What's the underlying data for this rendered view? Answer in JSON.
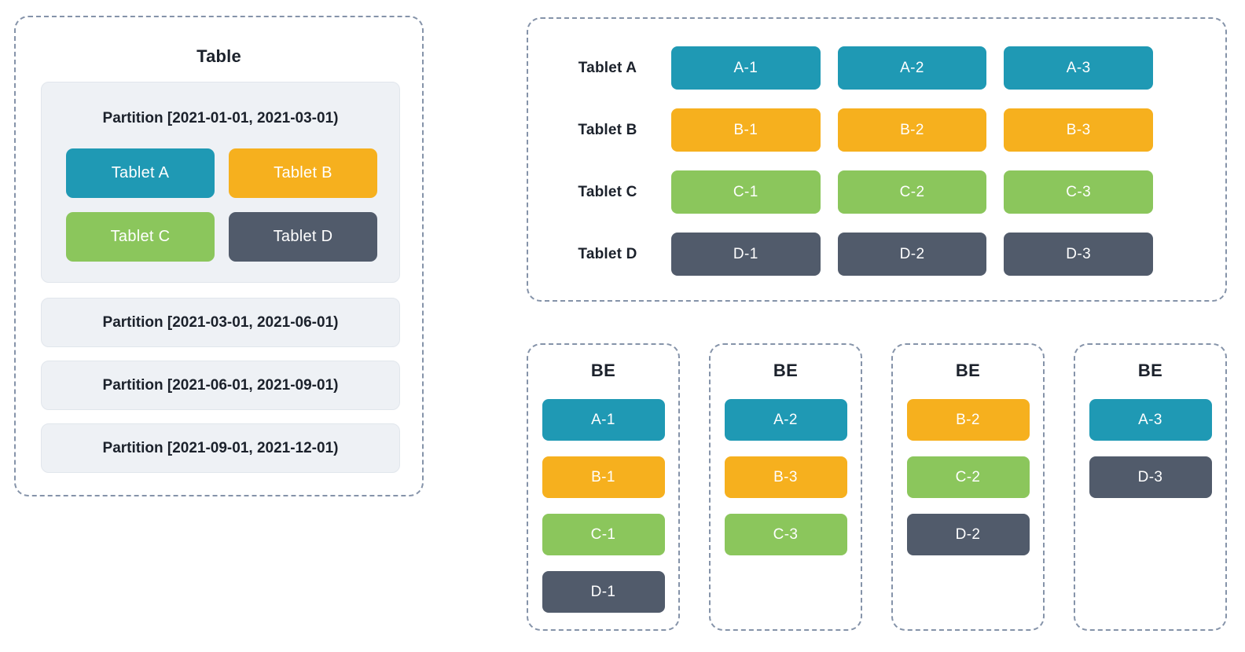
{
  "colors": {
    "teal": "#1F99B4",
    "orange": "#F6B01E",
    "green": "#8BC65C",
    "slate": "#515B6B",
    "panel_bg": "#EEF1F5",
    "panel_border": "#E1E6EC",
    "dashed": "#8593A9",
    "text": "#1B212B",
    "chip_text": "#FFFFFF",
    "canvas_bg": "#FFFFFF"
  },
  "table": {
    "title": "Table",
    "expanded_partition": {
      "label": "Partition [2021-01-01, 2021-03-01)",
      "tablets": [
        {
          "label": "Tablet A",
          "color": "teal"
        },
        {
          "label": "Tablet B",
          "color": "orange"
        },
        {
          "label": "Tablet C",
          "color": "green"
        },
        {
          "label": "Tablet D",
          "color": "slate"
        }
      ]
    },
    "collapsed_partitions": [
      "Partition [2021-03-01, 2021-06-01)",
      "Partition [2021-06-01, 2021-09-01)",
      "Partition [2021-09-01, 2021-12-01)"
    ]
  },
  "replica_matrix": {
    "rows": [
      {
        "label": "Tablet A",
        "color": "teal",
        "replicas": [
          "A-1",
          "A-2",
          "A-3"
        ]
      },
      {
        "label": "Tablet B",
        "color": "orange",
        "replicas": [
          "B-1",
          "B-2",
          "B-3"
        ]
      },
      {
        "label": "Tablet C",
        "color": "green",
        "replicas": [
          "C-1",
          "C-2",
          "C-3"
        ]
      },
      {
        "label": "Tablet D",
        "color": "slate",
        "replicas": [
          "D-1",
          "D-2",
          "D-3"
        ]
      }
    ]
  },
  "backends": [
    {
      "title": "BE",
      "replicas": [
        {
          "label": "A-1",
          "color": "teal"
        },
        {
          "label": "B-1",
          "color": "orange"
        },
        {
          "label": "C-1",
          "color": "green"
        },
        {
          "label": "D-1",
          "color": "slate"
        }
      ]
    },
    {
      "title": "BE",
      "replicas": [
        {
          "label": "A-2",
          "color": "teal"
        },
        {
          "label": "B-3",
          "color": "orange"
        },
        {
          "label": "C-3",
          "color": "green"
        }
      ]
    },
    {
      "title": "BE",
      "replicas": [
        {
          "label": "B-2",
          "color": "orange"
        },
        {
          "label": "C-2",
          "color": "green"
        },
        {
          "label": "D-2",
          "color": "slate"
        }
      ]
    },
    {
      "title": "BE",
      "replicas": [
        {
          "label": "A-3",
          "color": "teal"
        },
        {
          "label": "D-3",
          "color": "slate"
        }
      ]
    }
  ]
}
